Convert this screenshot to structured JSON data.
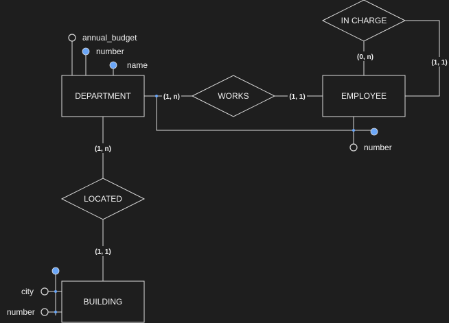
{
  "entities": {
    "department": "DEPARTMENT",
    "employee": "EMPLOYEE",
    "building": "BUILDING"
  },
  "relationships": {
    "works": "WORKS",
    "in_charge": "IN CHARGE",
    "located": "LOCATED"
  },
  "attributes": {
    "department": [
      "annual_budget",
      "number",
      "name"
    ],
    "employee": [
      "number"
    ],
    "building": [
      "city",
      "number"
    ]
  },
  "cardinalities": {
    "department_works": "(1, n)",
    "employee_works": "(1, 1)",
    "employee_in_charge": "(0, n)",
    "in_charge_employee": "(1, 1)",
    "department_located": "(1, n)",
    "building_located": "(1, 1)"
  }
}
